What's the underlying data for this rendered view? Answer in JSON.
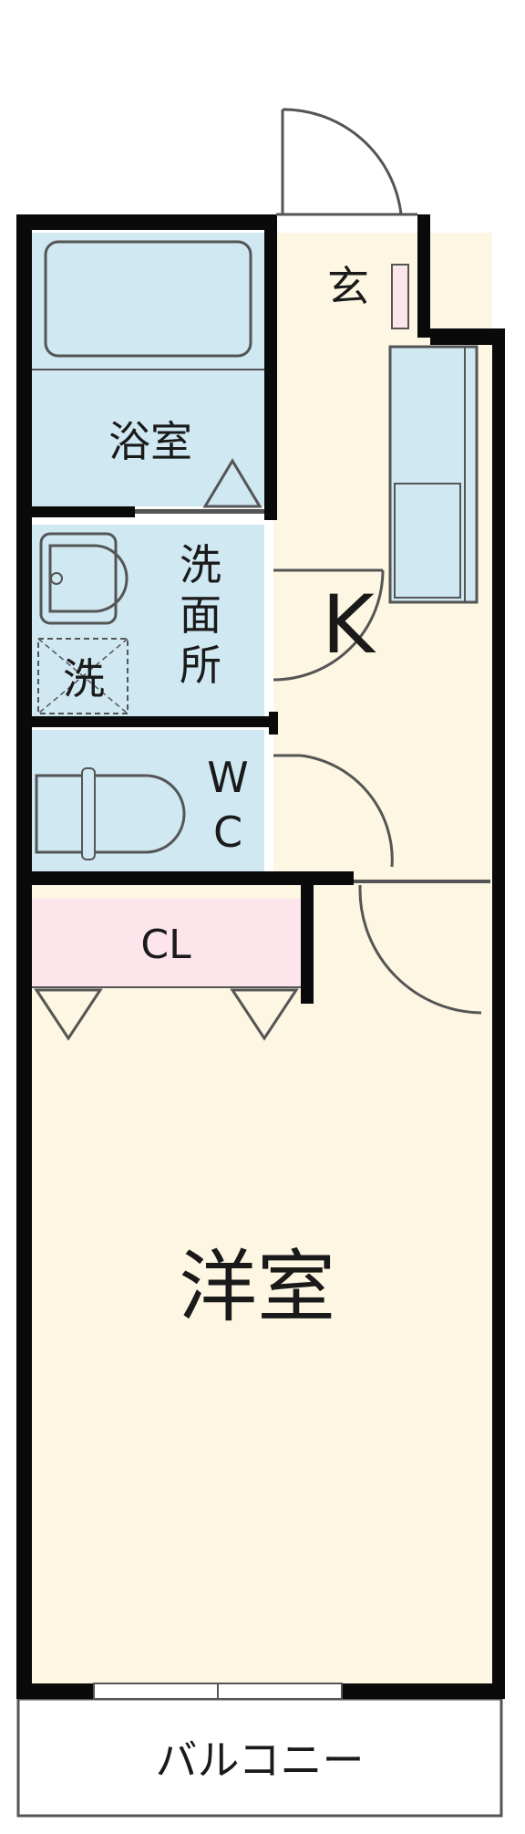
{
  "colors": {
    "wall": "#0a0a0a",
    "wet_area": "#cfe8f2",
    "living_area": "#fcf6e2",
    "closet": "#fce6ec",
    "fixture_stroke": "#555555",
    "balcony": "#ffffff"
  },
  "rooms": {
    "entrance": {
      "label": "玄"
    },
    "kitchen": {
      "label": "K"
    },
    "bathroom": {
      "label": "浴室"
    },
    "washroom": {
      "label_line1": "洗",
      "label_line2": "面",
      "label_line3": "所"
    },
    "laundry": {
      "label": "洗"
    },
    "toilet": {
      "label_line1": "W",
      "label_line2": "C"
    },
    "closet": {
      "label": "CL"
    },
    "western_room": {
      "label": "洋室"
    },
    "balcony": {
      "label": "バルコニー"
    }
  }
}
